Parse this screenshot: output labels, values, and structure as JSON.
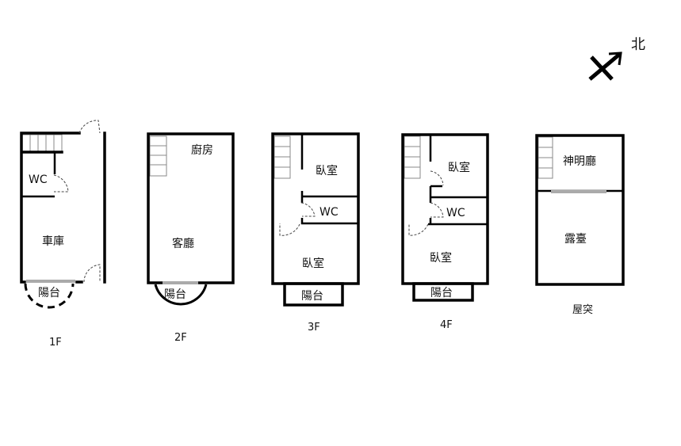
{
  "compass": {
    "label": "北",
    "icon": "north-arrow-icon"
  },
  "floors": [
    {
      "name": "1F",
      "rooms": {
        "wc": "WC",
        "garage": "車庫",
        "balcony": "陽台"
      }
    },
    {
      "name": "2F",
      "rooms": {
        "kitchen": "廚房",
        "living": "客廳",
        "balcony": "陽台"
      }
    },
    {
      "name": "3F",
      "rooms": {
        "bedroom1": "臥室",
        "wc": "WC",
        "bedroom2": "臥室",
        "balcony": "陽台"
      }
    },
    {
      "name": "4F",
      "rooms": {
        "bedroom1": "臥室",
        "wc": "WC",
        "bedroom2": "臥室",
        "balcony": "陽台"
      }
    },
    {
      "name": "屋突",
      "rooms": {
        "shrine": "神明廳",
        "terrace": "露臺"
      }
    }
  ]
}
